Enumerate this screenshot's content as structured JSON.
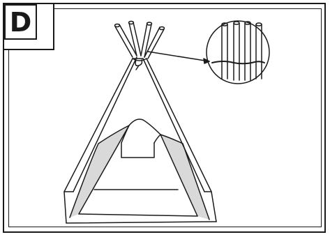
{
  "step": {
    "label": "D"
  },
  "colors": {
    "stroke": "#1a1a1a",
    "fabric_fill": "#d9d9d9",
    "background": "#ffffff"
  },
  "illustration": {
    "subject": "teepee-tent",
    "pole_count": 4,
    "detail_callout": "poles-tied-at-top"
  }
}
